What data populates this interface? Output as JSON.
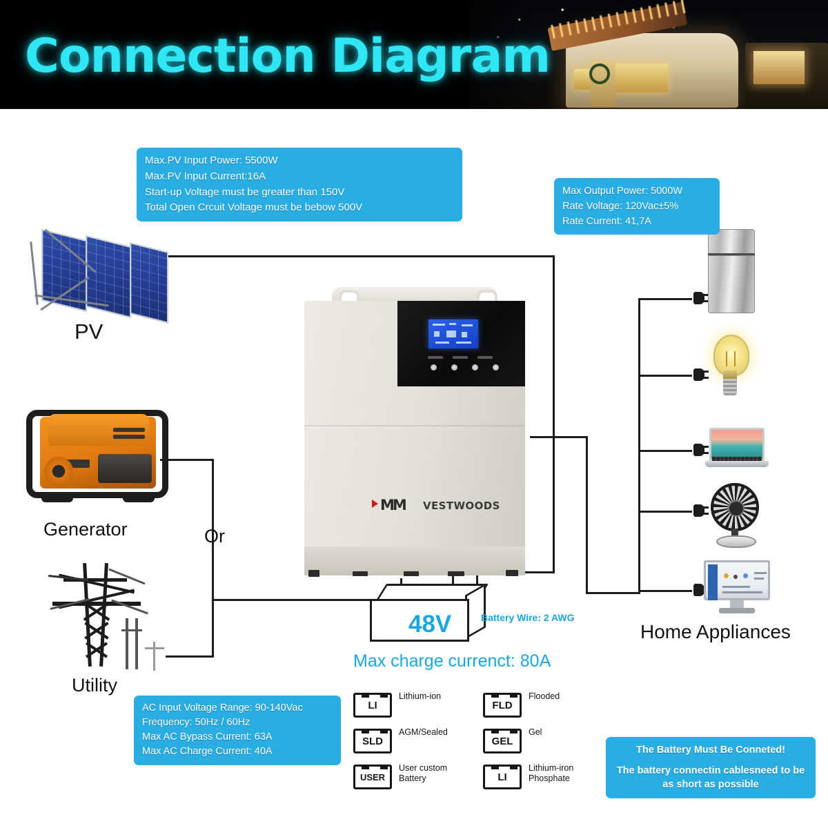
{
  "banner": {
    "title": "Connection Diagram"
  },
  "callouts": {
    "pv_spec": [
      "Max.PV Input Power: 5500W",
      "Max.PV Input Current:16A",
      "Start-up Voltage must be greater than 150V",
      "Total Open Crcuit Voltage must be bebow 500V"
    ],
    "output_spec": [
      "Max Output Power: 5000W",
      "Rate Voltage: 120Vac±5%",
      "Rate Current: 41,7A"
    ],
    "ac_input_spec": [
      "AC Input Voltage Range: 90-140Vac",
      "Frequency: 50Hz / 60Hz",
      "Max AC Bypass Current: 63A",
      "Max AC Charge Current: 40A"
    ],
    "battery_warning": {
      "line1": "The Battery Must Be Conneted!",
      "line2": "The battery connectin cablesneed to be as short as possible"
    }
  },
  "labels": {
    "pv": "PV",
    "generator": "Generator",
    "or": "Or",
    "utility": "Utility",
    "home_appliances": "Home Appliances"
  },
  "battery": {
    "voltage": "48V",
    "wire": "Battery Wire: 2 AWG",
    "max_charge": "Max charge currenct: 80A"
  },
  "inverter": {
    "brand": "VESTWOODS"
  },
  "legend": [
    {
      "code": "LI",
      "name": "Lithium-ion"
    },
    {
      "code": "FLD",
      "name": "Flooded"
    },
    {
      "code": "SLD",
      "name": "AGM/Sealed"
    },
    {
      "code": "GEL",
      "name": "Gel"
    },
    {
      "code": "USER",
      "name": "User custom Battery"
    },
    {
      "code": "LI",
      "name": "Lithium-iron Phosphate"
    }
  ],
  "colors": {
    "callout_blue": "#29aee4",
    "title_cyan": "#2fe6f5",
    "cyan_text": "#1ba7dd",
    "wire": "#1d1d1d"
  }
}
